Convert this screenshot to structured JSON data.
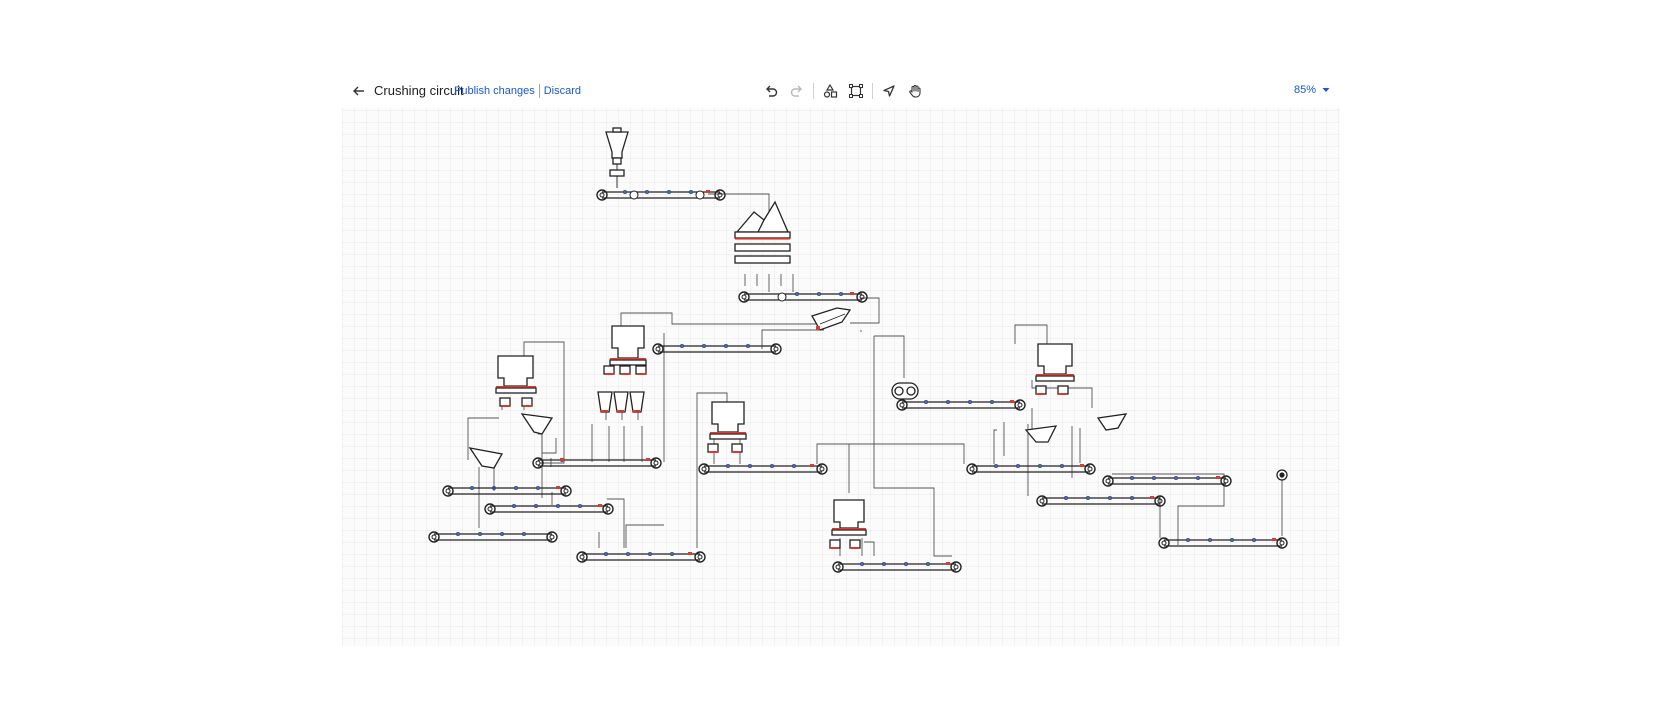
{
  "header": {
    "title": "Crushing circuit",
    "publish_label": "Publish changes",
    "discard_label": "Discard",
    "zoom_value": "85%"
  },
  "toolbar": {
    "tools": [
      {
        "name": "undo-icon",
        "enabled": true
      },
      {
        "name": "redo-icon",
        "enabled": false
      },
      {
        "name": "shapes-icon",
        "enabled": true
      },
      {
        "name": "frame-select-icon",
        "enabled": true
      },
      {
        "name": "pointer-icon",
        "enabled": true
      },
      {
        "name": "hand-icon",
        "enabled": true
      }
    ]
  },
  "colors": {
    "accent": "#1a56db",
    "equipment": "#1f1f1f",
    "connector": "#d93c2f",
    "port": "#2a4fa8"
  }
}
